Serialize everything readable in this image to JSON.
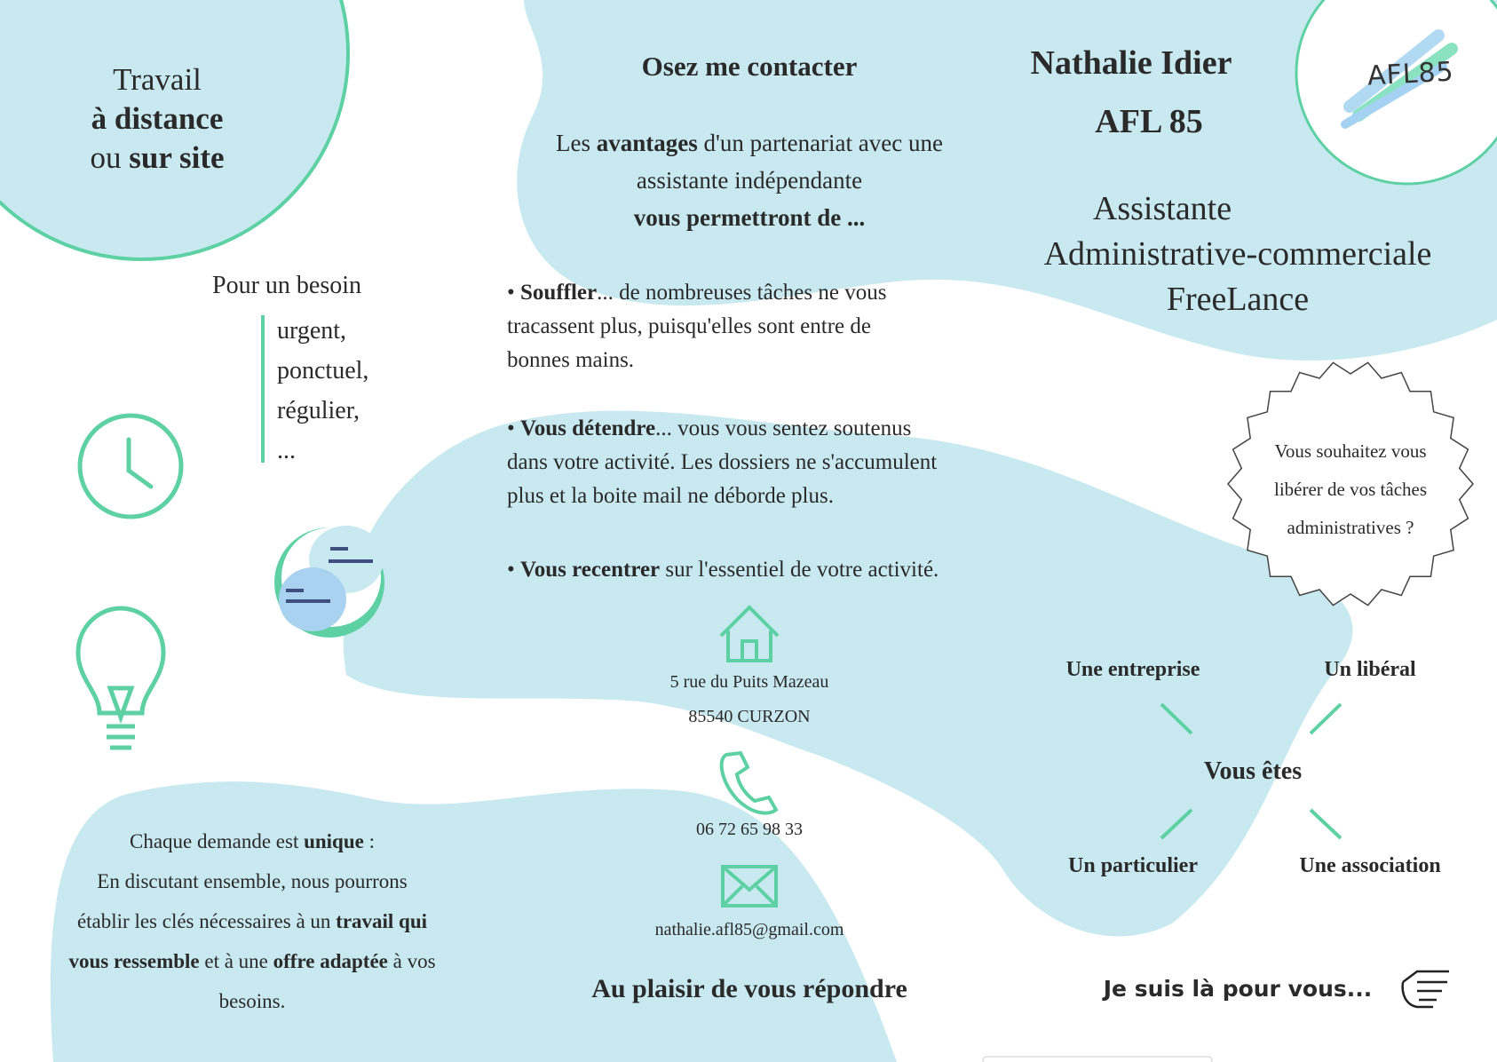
{
  "colors": {
    "blob": "#c9e9f0",
    "accent": "#5ed1a4",
    "text": "#2a2a2a"
  },
  "left": {
    "work": {
      "line1": "Travail",
      "line2": "à distance",
      "line3_pre": "ou ",
      "line3_bold": "sur site"
    },
    "need": {
      "title": "Pour un besoin",
      "items": [
        "urgent,",
        "ponctuel,",
        "régulier,",
        "..."
      ]
    },
    "unique": {
      "l1_pre": "Chaque demande est ",
      "l1_bold": "unique",
      "l1_post": " :",
      "l2": "En discutant ensemble, nous pourrons",
      "l3_pre": "établir les clés nécessaires à un ",
      "l3_bold": "travail qui",
      "l4_bold1": "vous ressemble",
      "l4_mid": " et à une ",
      "l4_bold2": "offre adaptée",
      "l4_post": " à vos",
      "l5": "besoins."
    }
  },
  "center": {
    "title": "Osez me contacter",
    "intro": {
      "l1_pre": "Les ",
      "l1_bold": "avantages",
      "l1_post": " d'un partenariat avec une",
      "l2": "assistante indépendante",
      "l3": "vous permettront de ..."
    },
    "bullets": [
      {
        "bold": "Souffler",
        "text": "... de nombreuses tâches ne vous",
        "l2": "tracassent plus, puisqu'elles sont entre de",
        "l3": "bonnes mains."
      },
      {
        "bold": "Vous détendre",
        "text": "... vous vous sentez soutenus",
        "l2": "dans votre activité. Les dossiers ne s'accumulent",
        "l3": "plus et la boite mail ne déborde plus."
      },
      {
        "bold": "Vous recentrer",
        "text": " sur l'essentiel de votre activité."
      }
    ],
    "address1": "5 rue du Puits Mazeau",
    "address2": "85540 CURZON",
    "phone": "06 72 65 98 33",
    "email": "nathalie.afl85@gmail.com",
    "closing": "Au plaisir de vous répondre"
  },
  "right": {
    "name": "Nathalie Idier",
    "company": "AFL 85",
    "role1": "Assistante",
    "role2": "Administrative-commerciale",
    "role3": "FreeLance",
    "logo": "AFL85",
    "badge": [
      "Vous souhaitez vous",
      "libérer de vos tâches",
      "administratives ?"
    ],
    "you_are": "Vous êtes",
    "targets": [
      "Une entreprise",
      "Un libéral",
      "Un particulier",
      "Une association"
    ],
    "cta": "Je suis là pour vous..."
  }
}
